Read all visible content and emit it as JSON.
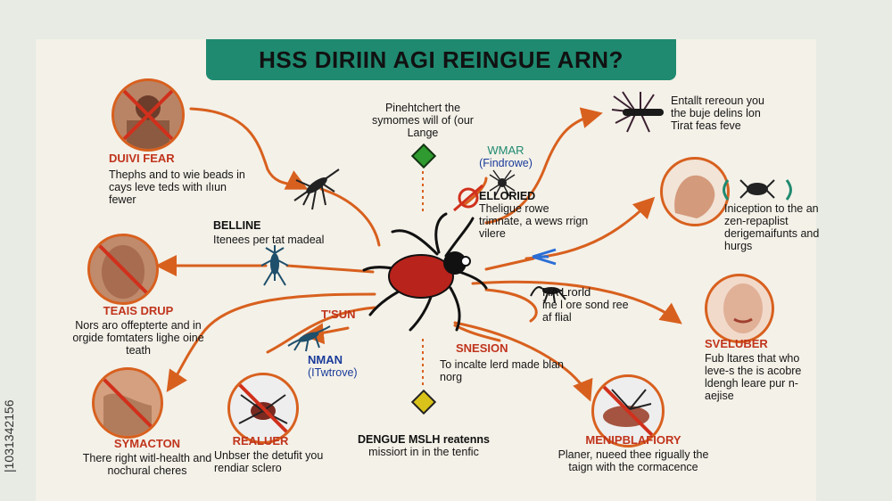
{
  "title": "HSS DIRIIN AGI REINGUE ARN?",
  "side_watermark": "|1031342156",
  "top_center_text": "Pinehtchert the symomes will of (our Lange",
  "labels": {
    "duivi_fear": {
      "heading": "DUIVI FEAR",
      "body": "Thephs and to wie beads in cays leve teds with ılıun fewer"
    },
    "belline": {
      "heading": "BELLINE",
      "body": "Itenees per tat madeal"
    },
    "teais_drup": {
      "heading": "TEAIS DRUP",
      "body": "Nors aro offepterte and in orgide fomtaters lighe oine teath"
    },
    "tsun": {
      "heading": "T'SUN"
    },
    "nman": {
      "heading": "NMAN",
      "sub": "(ITwtrove)"
    },
    "symacton": {
      "heading": "SYMACTON",
      "body": "There right witl-health and nochural cheres"
    },
    "realuer": {
      "heading": "REALUER",
      "body": "Unbser the detufit you rendiar sclero"
    },
    "dengue": {
      "heading": "DENGUE MSLH reatenns",
      "body": "missiort in in the tenfic"
    },
    "snesion": {
      "heading": "SNESION",
      "body": "To incalte lerd made blan norg"
    },
    "menip": {
      "heading": "MENIPBLAFIORY",
      "body": "Planer, nueed thee rigually the taign with the cormacence"
    },
    "sveluber": {
      "heading": "SVELUBER",
      "body": "Fub ltares that who leve-s the is acobre ldengh leare pur n-aejise"
    },
    "ha_lrorld": {
      "heading": "HA Lrorld",
      "body": "ine l ore sond ree af flial"
    },
    "wmar": {
      "heading": "WMAR",
      "sub": "(Findrowe)"
    },
    "elloried": {
      "heading": "ELLORIED",
      "body": "Theligue rowe trimnate, a wews rrign vilere"
    },
    "entallt": {
      "body": "Entallt rereoun you the buje delins lon Tirat feas feve"
    },
    "inception": {
      "body": "Iniception to the an zen-repaplist derigemaifunts and hurgs"
    }
  },
  "colors": {
    "arrow": "#d8601e",
    "title_bg": "#1f8a70",
    "heading_red": "#c0341c",
    "heading_blue": "#1a3b9a",
    "diamond_green": "#2f9a2f",
    "diamond_yellow": "#d9c21a"
  },
  "icons": [
    "mosquito-icon",
    "spider-center-icon",
    "diamond-green-icon",
    "diamond-yellow-icon",
    "brush-insect-icon",
    "hand-icon",
    "face-icon",
    "no-symbol-icon"
  ]
}
